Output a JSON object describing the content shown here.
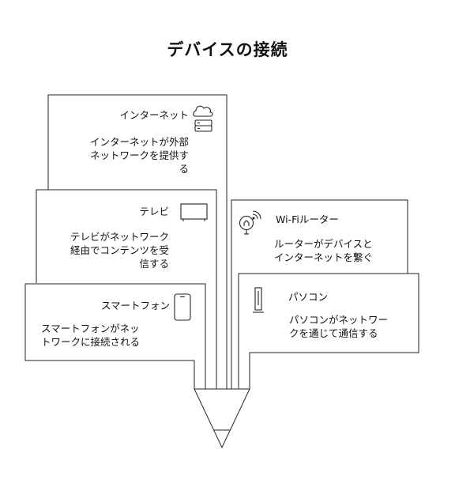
{
  "title": "デバイスの接続",
  "nodes": {
    "internet": {
      "label": "インターネット",
      "description": "インターネットが外部\nネットワークを提供す\nる",
      "icon": "cloud-server-icon"
    },
    "tv": {
      "label": "テレビ",
      "description": "テレビがネットワーク\n経由でコンテンツを受\n信する",
      "icon": "tv-icon"
    },
    "smartphone": {
      "label": "スマートフォン",
      "description": "スマートフォンがネッ\nトワークに接続される",
      "icon": "smartphone-icon"
    },
    "router": {
      "label": "Wi-Fiルーター",
      "description": "ルーターがデバイスと\nインターネットを繋ぐ",
      "icon": "wifi-router-icon"
    },
    "pc": {
      "label": "パソコン",
      "description": "パソコンがネットワー\nクを通じて通信する",
      "icon": "desktop-tower-icon"
    }
  }
}
